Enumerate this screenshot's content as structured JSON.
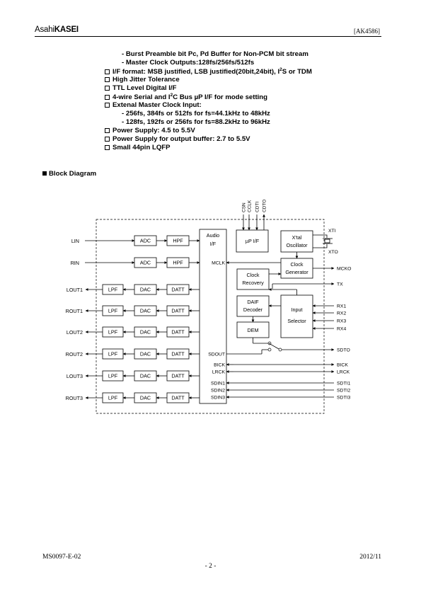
{
  "header": {
    "logo_part1": "Asahi",
    "logo_part2": "KASEI",
    "doc_code": "[AK4586]"
  },
  "features": [
    {
      "box": false,
      "indent": 2,
      "text": "- Burst Preamble bit Pc, Pd Buffer for Non-PCM bit stream"
    },
    {
      "box": false,
      "indent": 2,
      "text": "- Master Clock Outputs:128fs/256fs/512fs"
    },
    {
      "box": true,
      "indent": 0,
      "text": "I/F format: MSB justified, LSB justified(20bit,24bit), I",
      "sup": "2",
      "tail": "S or TDM"
    },
    {
      "box": true,
      "indent": 0,
      "text": "High Jitter Tolerance"
    },
    {
      "box": true,
      "indent": 0,
      "text": "TTL Level Digital I/F"
    },
    {
      "box": true,
      "indent": 0,
      "text": "4-wire Serial and I",
      "sup": "2",
      "tail": "C Bus µP I/F for mode setting"
    },
    {
      "box": true,
      "indent": 0,
      "text": "Extenal Master Clock Input:"
    },
    {
      "box": false,
      "indent": 1,
      "text": "- 256fs, 384fs or 512fs for fs=44.1kHz to 48kHz"
    },
    {
      "box": false,
      "indent": 1,
      "text": "- 128fs, 192fs or 256fs for fs=88.2kHz to 96kHz"
    },
    {
      "box": true,
      "indent": 0,
      "text": "Power Supply: 4.5 to 5.5V"
    },
    {
      "box": true,
      "indent": 0,
      "text": "Power Supply for output buffer: 2.7 to 5.5V"
    },
    {
      "box": true,
      "indent": 0,
      "text": "Small 44pin LQFP"
    }
  ],
  "section": {
    "heading": "Block Diagram"
  },
  "diagram": {
    "inputs_left": [
      "LIN",
      "RIN"
    ],
    "outputs_left": [
      "LOUT1",
      "ROUT1",
      "LOUT2",
      "ROUT2",
      "LOUT3",
      "ROUT3"
    ],
    "adc_label": "ADC",
    "hpf_label": "HPF",
    "lpf_label": "LPF",
    "dac_label": "DAC",
    "datt_label": "DATT",
    "audio_if_line1": "Audio",
    "audio_if_line2": "I/F",
    "audio_ports": [
      "MCLK",
      "SDOUT",
      "BICK",
      "LRCK",
      "SDIN1",
      "SDIN2",
      "SDIN3"
    ],
    "up_pins": [
      "CSN",
      "CCLK",
      "CDTI",
      "CDTO"
    ],
    "up_if_label": "µP I/F",
    "xtal_line1": "X'tal",
    "xtal_line2": "Oscillator",
    "clkgen_line1": "Clock",
    "clkgen_line2": "Generator",
    "clkrec_line1": "Clock",
    "clkrec_line2": "Recovery",
    "daif_line1": "DAIF",
    "daif_line2": "Decoder",
    "dem_label": "DEM",
    "insel_line1": "Input",
    "insel_line2": "Selector",
    "right_pins": [
      "XTI",
      "XTO",
      "MCKO",
      "TX",
      "RX1",
      "RX2",
      "RX3",
      "RX4",
      "SDTO",
      "BICK",
      "LRCK",
      "SDTI1",
      "SDTI2",
      "SDTI3"
    ]
  },
  "footer": {
    "left": "MS0097-E-02",
    "center": "- 2 -",
    "right": "2012/11"
  }
}
